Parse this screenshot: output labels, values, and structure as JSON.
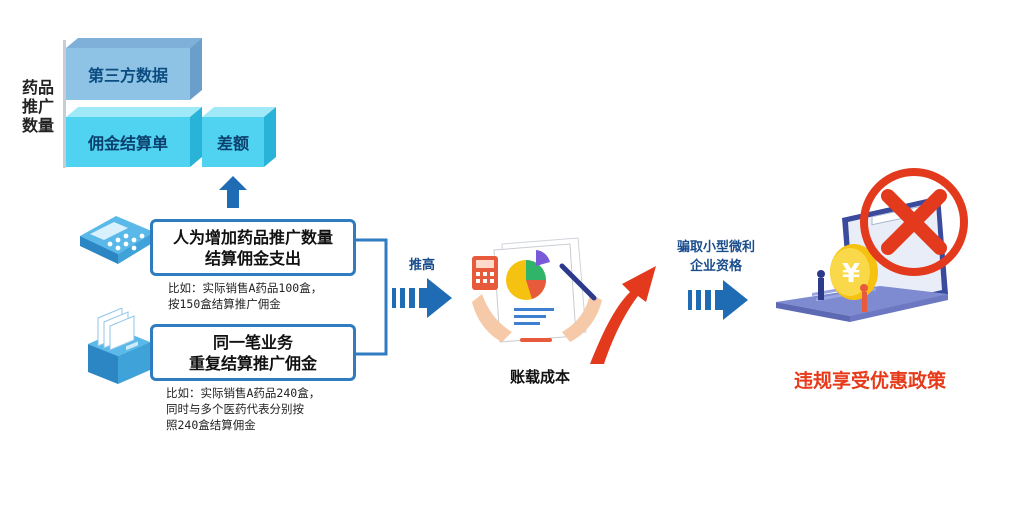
{
  "y_axis_label": "药品推广数量",
  "bars": {
    "third_party": "第三方数据",
    "settlement": "佣金结算单",
    "difference": "差额"
  },
  "card1": {
    "line1": "人为增加药品推广数量",
    "line2": "结算佣金支出",
    "note_line1": "比如：实际销售A药品100盒，",
    "note_line2": "按150盒结算推广佣金"
  },
  "card2": {
    "line1": "同一笔业务",
    "line2": "重复结算推广佣金",
    "note_line1": "比如：实际销售A药品240盒，",
    "note_line2": "同时与多个医药代表分别按",
    "note_line3": "照240盒结算佣金"
  },
  "arrow1_label": "推高",
  "middle_caption": "账载成本",
  "arrow2_label_line1": "骗取小型微利",
  "arrow2_label_line2": "企业资格",
  "result_caption": "违规享受优惠政策",
  "colors": {
    "bar_top": "#7fb0da",
    "bar_front": "#8fc3e6",
    "cyan_front": "#4fd3f0",
    "cyan_top": "#9fe9f8",
    "cyan_side": "#2ab3d8",
    "card_border": "#2f7cc0",
    "arrow_blue": "#1f6cb5",
    "red": "#e63a1a",
    "yellow": "#f5c211"
  },
  "icons": [
    "calculator-icon",
    "file-drawer-icon",
    "report-hands-icon",
    "laptop-coin-icon",
    "red-x-icon",
    "up-arrow-icon",
    "red-curved-arrow-icon"
  ]
}
